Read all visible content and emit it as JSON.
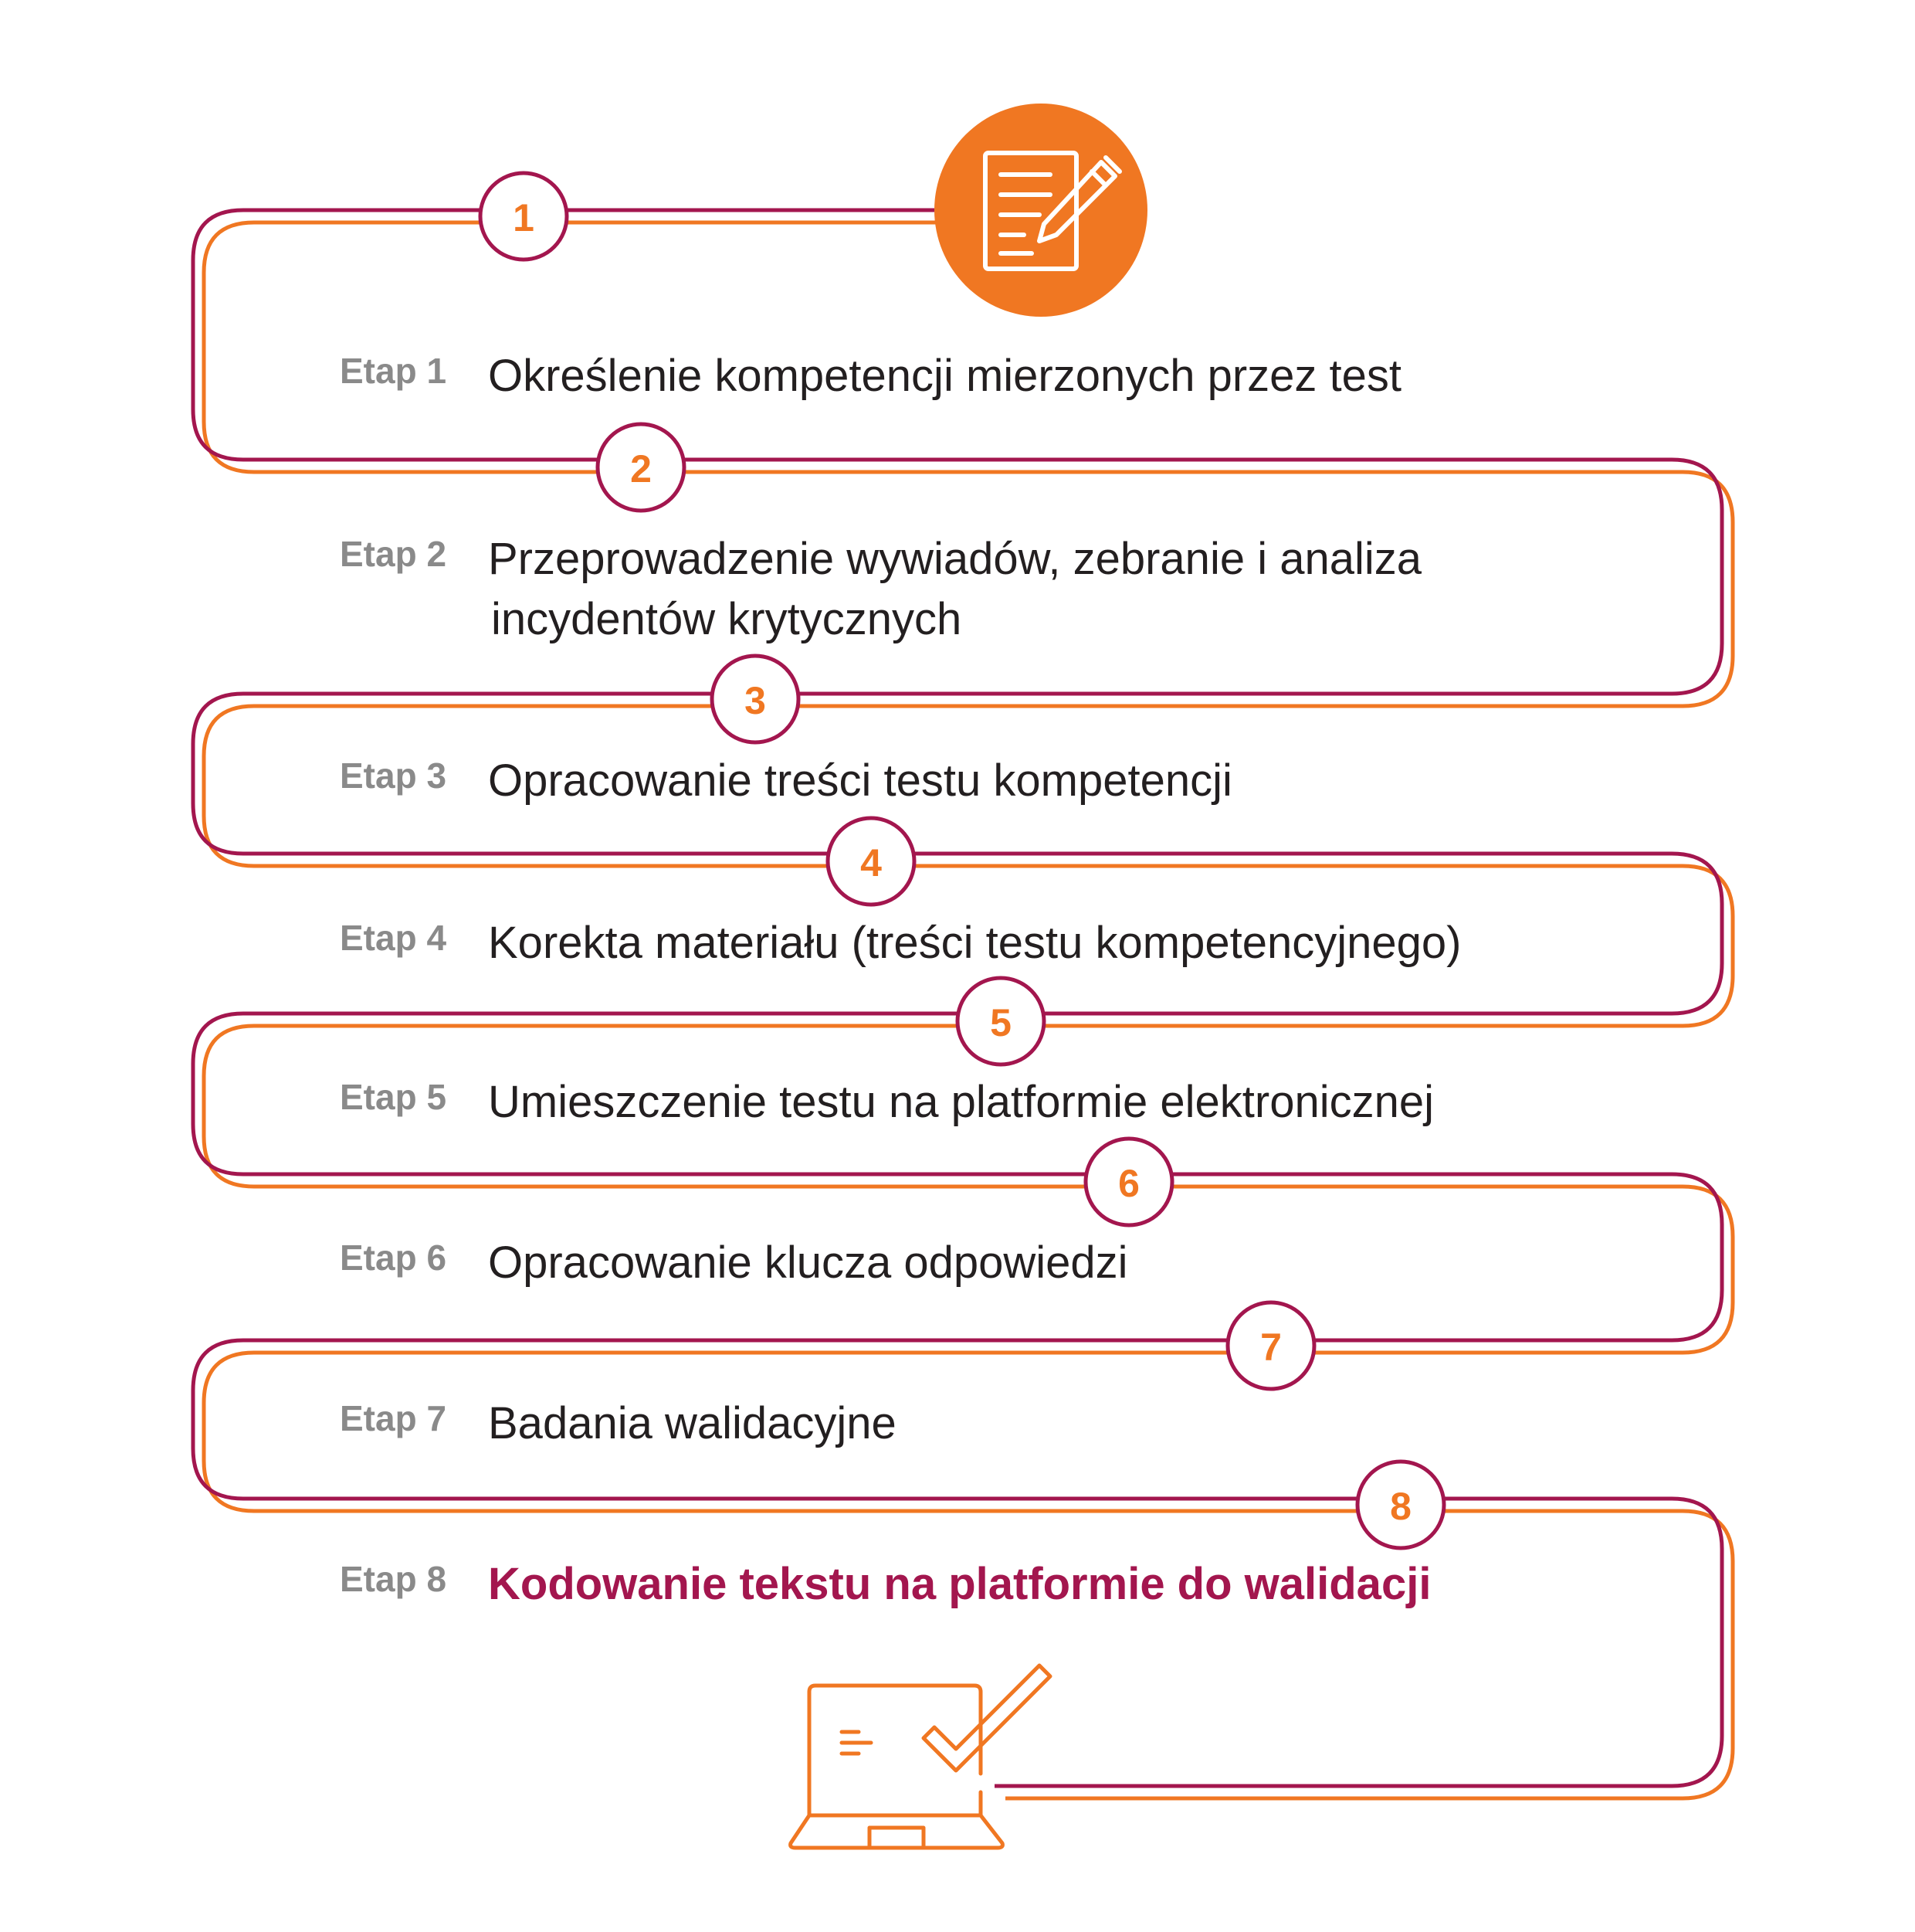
{
  "colors": {
    "crimson": "#a3164e",
    "orange": "#f07722",
    "label_gray": "#8a8a8a",
    "text_dark": "#231f20",
    "background": "#ffffff"
  },
  "icons": {
    "start": "document-with-pen-icon",
    "end": "laptop-checkmark-icon"
  },
  "stages": [
    {
      "number": "1",
      "label": "Etap 1",
      "desc": [
        "Określenie kompetencji mierzonych przez test"
      ],
      "highlight": false
    },
    {
      "number": "2",
      "label": "Etap 2",
      "desc": [
        "Przeprowadzenie wywiadów, zebranie i analiza",
        "incydentów krytycznych"
      ],
      "highlight": false
    },
    {
      "number": "3",
      "label": "Etap 3",
      "desc": [
        "Opracowanie treści testu kompetencji"
      ],
      "highlight": false
    },
    {
      "number": "4",
      "label": "Etap 4",
      "desc": [
        "Korekta materiału (treści testu kompetencyjnego)"
      ],
      "highlight": false
    },
    {
      "number": "5",
      "label": "Etap 5",
      "desc": [
        "Umieszczenie testu na platformie elektronicznej"
      ],
      "highlight": false
    },
    {
      "number": "6",
      "label": "Etap 6",
      "desc": [
        "Opracowanie klucza odpowiedzi"
      ],
      "highlight": false
    },
    {
      "number": "7",
      "label": "Etap 7",
      "desc": [
        "Badania walidacyjne"
      ],
      "highlight": false
    },
    {
      "number": "8",
      "label": "Etap 8",
      "desc": [
        "Kodowanie tekstu na platformie do walidacji"
      ],
      "highlight": true
    }
  ]
}
